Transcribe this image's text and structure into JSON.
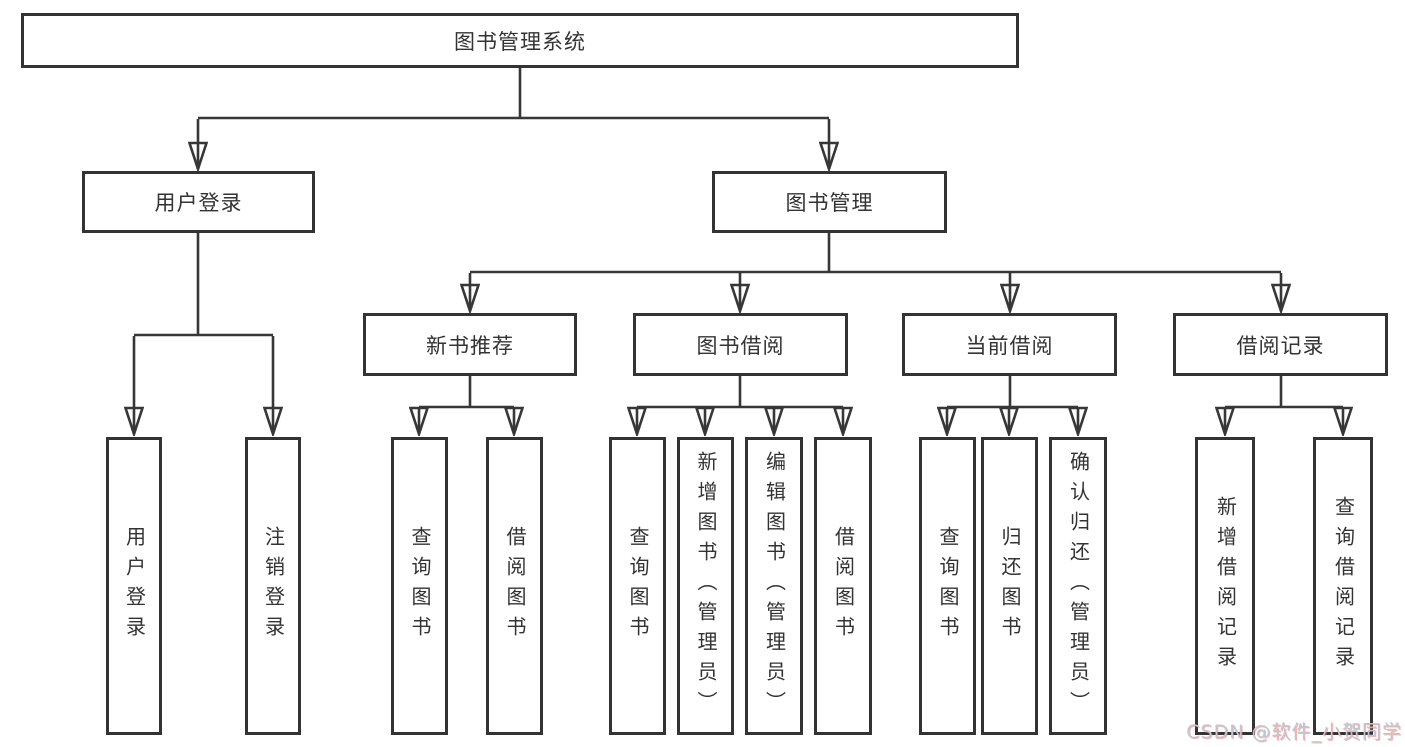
{
  "diagram": {
    "root": {
      "label": "图书管理系统"
    },
    "level2": [
      {
        "label": "用户登录"
      },
      {
        "label": "图书管理"
      }
    ],
    "level3": [
      {
        "label": "新书推荐"
      },
      {
        "label": "图书借阅"
      },
      {
        "label": "当前借阅"
      },
      {
        "label": "借阅记录"
      }
    ],
    "leaves": {
      "user_login": [
        {
          "label": "用户登录"
        },
        {
          "label": "注销登录"
        }
      ],
      "new_books": [
        {
          "label": "查询图书"
        },
        {
          "label": "借阅图书"
        }
      ],
      "book_borrow": [
        {
          "label": "查询图书"
        },
        {
          "label": "新增图书（管理员）"
        },
        {
          "label": "编辑图书（管理员）"
        },
        {
          "label": "借阅图书"
        }
      ],
      "current_borrow": [
        {
          "label": "查询图书"
        },
        {
          "label": "归还图书"
        },
        {
          "label": "确认归还（管理员）"
        }
      ],
      "borrow_records": [
        {
          "label": "新增借阅记录"
        },
        {
          "label": "查询借阅记录"
        }
      ]
    }
  },
  "watermark": {
    "text": "CSDN @软件_小贺同学"
  },
  "colors": {
    "line": "#333333",
    "text": "#333333",
    "background": "#ffffff",
    "watermark": "#c3c6ce"
  }
}
